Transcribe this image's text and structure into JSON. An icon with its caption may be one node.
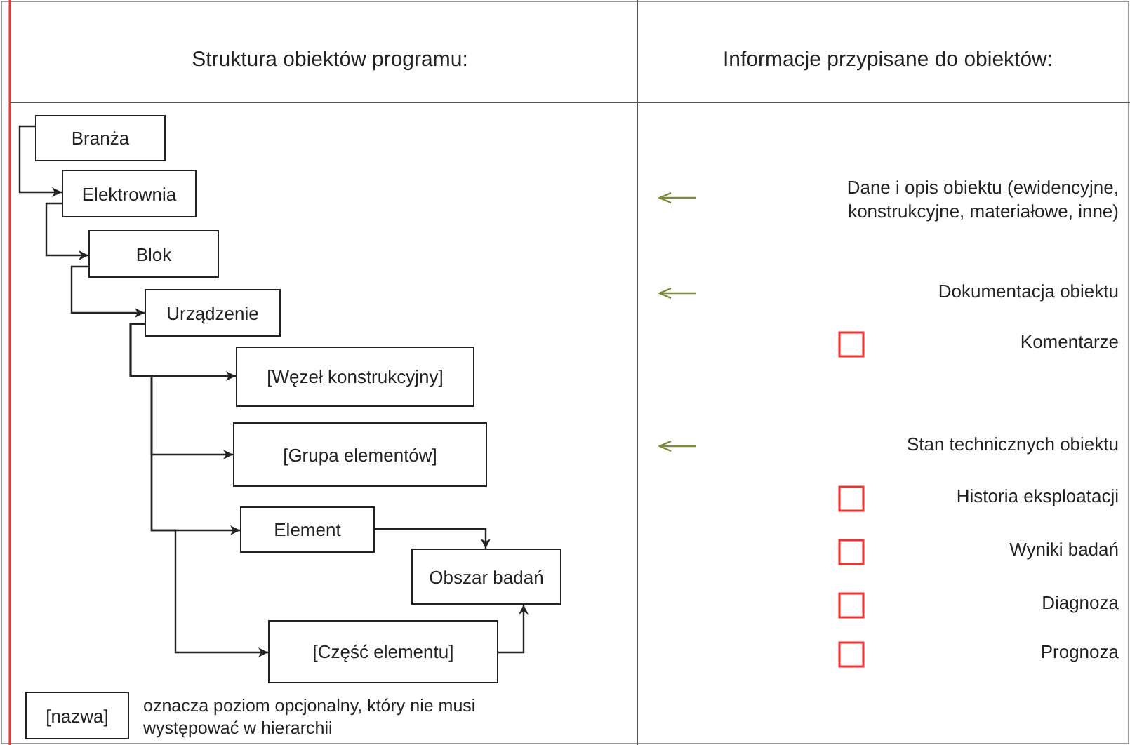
{
  "diagram": {
    "nodes": [
      {
        "text": [
          "Branża"
        ]
      },
      {
        "text": [
          "Elektrownia"
        ]
      },
      {
        "text": [
          "Blok"
        ]
      },
      {
        "text": [
          "Urządzenie"
        ]
      },
      {
        "text": [
          "[Węzeł konstrukcyjny]"
        ]
      },
      {
        "text": [
          "[Grupa elementów]"
        ]
      },
      {
        "text": [
          "Element"
        ]
      },
      {
        "text": [
          "Obszar badań"
        ]
      },
      {
        "text": [
          "[Część elementu]"
        ]
      },
      {
        "text": [
          "[nazwa]"
        ],
        "beside": [
          "oznacza poziom opcjonalny, który nie musi występować w hierarchii"
        ]
      }
    ],
    "edges": [
      {
        "from": 0,
        "to": 1,
        "arrow": "to"
      },
      {
        "from": 1,
        "to": 2,
        "arrow": "to"
      },
      {
        "from": 2,
        "to": 3,
        "arrow": "to"
      },
      {
        "from": 3,
        "to": 4,
        "arrow": "to"
      },
      {
        "from": 3,
        "to": 5,
        "arrow": "to"
      },
      {
        "from": 3,
        "to": 6,
        "arrow": "to"
      },
      {
        "from": 3,
        "to": 8,
        "arrow": "to"
      },
      {
        "from": 6,
        "to": 7,
        "arrow": "to"
      },
      {
        "from": 8,
        "to": 7,
        "arrow": "to"
      }
    ],
    "labels": [
      "Struktura obiektów programu:",
      "Informacje przypisane do obiektów:",
      "Dane i opis obiektu (ewidencyjne, konstrukcyjne, materiałowe, inne)",
      "Dokumentacja obiektu",
      "Komentarze",
      "Stan technicznych obiektu",
      "Historia eksploatacji",
      "Wyniki badań",
      "Diagnoza",
      "Prognoza"
    ]
  }
}
